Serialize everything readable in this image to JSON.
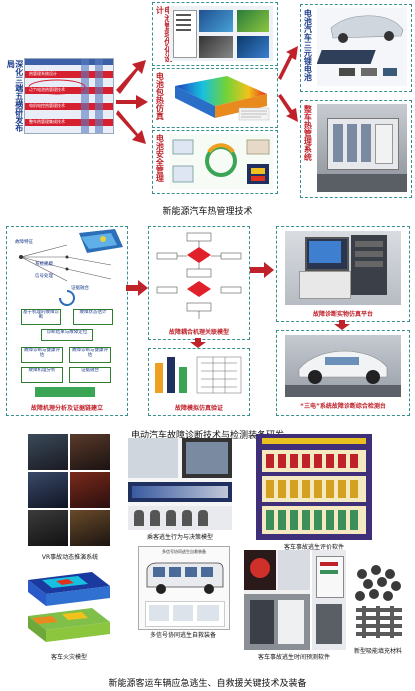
{
  "section1": {
    "caption": "新能源汽车热管理技术",
    "left_title": "深化三端五横研发布局",
    "left_rows": [
      "热管理系统设计",
      "动力电池热管理技术",
      "电机电控热管理技术",
      "整车热管理集成技术"
    ],
    "p1": "电池管理优化设计",
    "p2": "电池包热仿真",
    "p3": "电池安全管理",
    "p4": "电池汽车三元锂电池",
    "p5": "整车热管理系统"
  },
  "section2": {
    "caption": "电动汽车故障诊断技术与检测装备研发",
    "left_label": "故障机理分析及证据链建立",
    "left_items": [
      "故障特征",
      "系统建模",
      "信号处理",
      "证据融合",
      "故障机理分析"
    ],
    "flow_boxes": [
      "基于机理的故障诊断",
      "故障状态估计",
      "诊断结果与故障定位",
      "故障诊断与健康评估",
      "故障诊断与健康评估"
    ],
    "mid_top_label": "故障耦合机理关联模型",
    "mid_bottom_label": "故障模拟仿真验证",
    "right_top_label": "故障诊断实物仿真平台",
    "right_bottom_label": "“三电”系统故障诊断综合检测台"
  },
  "section3": {
    "caption": "新能源客运车辆应急逃生、自救援关键技术及装备",
    "items": [
      "VR事故动态推演系统",
      "乘客逃生行为与决策模型",
      "客车事故逃生评价软件",
      "客车火灾模型",
      "多信号协同逃生自救装备",
      "客车事故逃生时间预测软件",
      "新型吸能填充材料"
    ],
    "device_header": "多信号协同逃生自救装备"
  },
  "colors": {
    "arrow": "#c0222a",
    "frame": "#3a8f8f",
    "label_red": "#c0222a"
  }
}
